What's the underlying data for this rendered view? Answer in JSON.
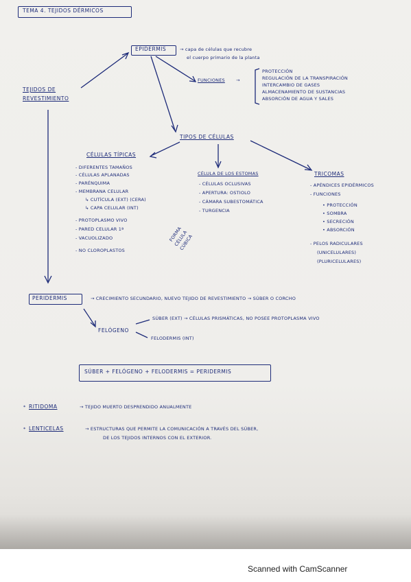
{
  "title": "TEMA 4. TEJIDOS DÉRMICOS",
  "left_node": [
    "TEJIDOS DE",
    "REVESTIMIENTO"
  ],
  "epidermis": {
    "label": "EPIDERMIS",
    "def_1": "→ capa de células que recubre",
    "def_2": "el cuerpo primario de la planta",
    "funciones": {
      "label": "FUNCIONES",
      "items": [
        "PROTECCIÓN",
        "REGULACIÓN DE LA TRANSPIRACIÓN",
        "INTERCAMBIO DE GASES",
        "ALMACENAMIENTO DE SUSTANCIAS",
        "ABSORCIÓN DE AGUA Y SALES"
      ]
    }
  },
  "tipos": {
    "label": "TIPOS DE CÉLULAS",
    "tipicas": {
      "label": "CÉLULAS TÍPICAS",
      "items": [
        "- DIFERENTES TAMAÑOS",
        "- CÉLULAS APLANADAS",
        "- PARÉNQUIMA",
        "- MEMBRANA CELULAR",
        "↳ CUTÍCULA (EXT) (CERA)",
        "↳ CAPA CELULAR (INT)",
        "- PROTOPLASMO VIVO",
        "- PARED CELULAR 1ª",
        "- VACUOLIZADO",
        "- NO CLOROPLASTOS"
      ],
      "side_note": [
        "FORMA",
        "CÉLULA",
        "CÚBICA"
      ]
    },
    "estomas": {
      "label": "CÉLULA DE LOS ESTOMAS",
      "items": [
        "- CÉLULAS OCLUSIVAS",
        "- APERTURA: OSTIOLO",
        "- CÁMARA SUBESTOMÁTICA",
        "- TURGENCIA"
      ]
    },
    "tricomas": {
      "label": "TRICOMAS",
      "items": [
        "- APÉNDICES EPIDÉRMICOS",
        "- FUNCIONES",
        "• PROTECCIÓN",
        "• SOMBRA",
        "• SECRECIÓN",
        "• ABSORCIÓN",
        "- PELOS RADICULARES",
        "(UNICELULARES)",
        "(PLURICELULARES)"
      ]
    }
  },
  "peridermis": {
    "label": "PERIDERMIS",
    "def": "→ CRECIMIENTO SECUNDARIO, NUEVO TEJIDO DE REVESTIMIENTO → SÚBER O CORCHO",
    "felogeno": "FELÓGENO",
    "suber_line": "SÚBER (EXT) → CÉLULAS PRISMÁTICAS, NO POSEE PROTOPLASMA VIVO",
    "felodermis_line": "FELODERMIS (INT)"
  },
  "equation": "SÚBER + FELÓGENO + FELODERMIS = PERIDERMIS",
  "notes": [
    {
      "bullet": "*",
      "term": "RITIDOMA",
      "text": "→ TEJIDO MUERTO DESPRENDIDO ANUALMENTE"
    },
    {
      "bullet": "*",
      "term": "LENTICELAS",
      "text": "→ ESTRUCTURAS QUE PERMITE LA COMUNICACIÓN A TRAVÉS DEL SÚBER,",
      "text2": "DE LOS TEJIDOS INTERNOS CON EL EXTERIOR."
    }
  ],
  "footer": "Scanned with CamScanner",
  "colors": {
    "ink": "#1c2a78",
    "paper": "#efeeeb"
  }
}
